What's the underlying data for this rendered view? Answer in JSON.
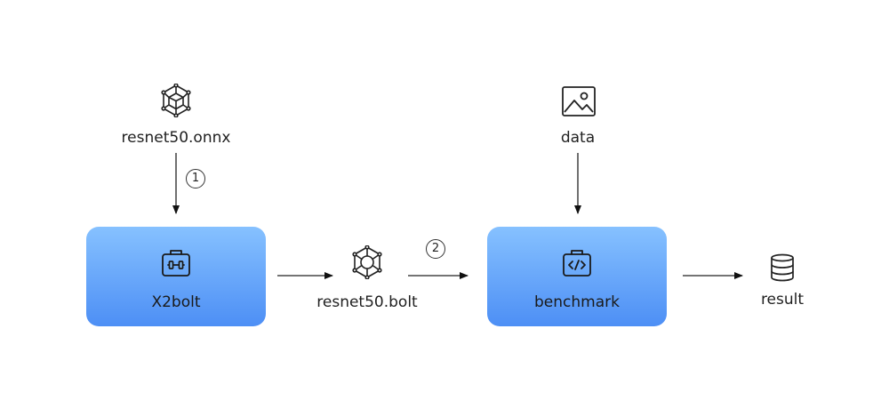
{
  "nodes": {
    "onnx_model": {
      "label": "resnet50.onnx",
      "icon": "model-cube-icon"
    },
    "converter": {
      "label": "X2bolt",
      "icon": "toolbox-icon"
    },
    "bolt_model": {
      "label": "resnet50.bolt",
      "icon": "model-hexagon-icon"
    },
    "data": {
      "label": "data",
      "icon": "image-icon"
    },
    "benchmark": {
      "label": "benchmark",
      "icon": "code-toolbox-icon"
    },
    "result": {
      "label": "result",
      "icon": "database-icon"
    }
  },
  "steps": [
    "1",
    "2"
  ],
  "colors": {
    "box_top": "#86c1ff",
    "box_bottom": "#4d8ff5",
    "stroke": "#222222"
  }
}
